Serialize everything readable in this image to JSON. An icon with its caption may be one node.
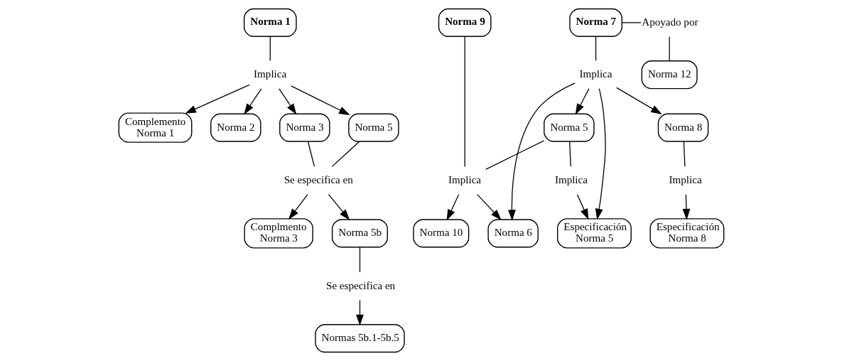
{
  "diagram": {
    "nodes": [
      {
        "text": [
          "Norma 1"
        ]
      },
      {
        "text": [
          "Implica"
        ]
      },
      {
        "text": [
          "Complemento Norma 1"
        ]
      },
      {
        "text": [
          "Norma 2"
        ]
      },
      {
        "text": [
          "Norma 3"
        ]
      },
      {
        "text": [
          "Norma 5"
        ]
      },
      {
        "text": [
          "Se especifica en"
        ]
      },
      {
        "text": [
          "Complmento Norma 3"
        ]
      },
      {
        "text": [
          "Norma 5b"
        ]
      },
      {
        "text": [
          "Se especifica en"
        ]
      },
      {
        "text": [
          "Normas 5b.1-5b.5"
        ]
      },
      {
        "text": [
          "Apoyado por"
        ]
      },
      {
        "text": [
          "Norma 7"
        ]
      },
      {
        "text": [
          "Norma 12"
        ]
      },
      {
        "text": [
          "Implica"
        ]
      },
      {
        "text": [
          "Norma 8"
        ]
      },
      {
        "text": [
          "Implica"
        ]
      },
      {
        "text": [
          "Especificación Norma 8"
        ]
      },
      {
        "text": [
          "Norma 9"
        ]
      },
      {
        "text": [
          "Implica"
        ]
      },
      {
        "text": [
          "Norma 10"
        ]
      },
      {
        "text": [
          "Norma 6"
        ]
      },
      {
        "text": [
          "Norma 5"
        ]
      },
      {
        "text": [
          "Implica"
        ]
      },
      {
        "text": [
          "Especificación Norma 5"
        ]
      }
    ],
    "edges": [
      {
        "from": 0,
        "to": 1,
        "arrow": "none"
      },
      {
        "from": 1,
        "to": 2,
        "arrow": "to"
      },
      {
        "from": 1,
        "to": 3,
        "arrow": "to"
      },
      {
        "from": 1,
        "to": 4,
        "arrow": "to"
      },
      {
        "from": 1,
        "to": 5,
        "arrow": "to"
      },
      {
        "from": 4,
        "to": 6,
        "arrow": "none"
      },
      {
        "from": 5,
        "to": 6,
        "arrow": "none"
      },
      {
        "from": 6,
        "to": 7,
        "arrow": "to"
      },
      {
        "from": 6,
        "to": 8,
        "arrow": "to"
      },
      {
        "from": 8,
        "to": 9,
        "arrow": "none"
      },
      {
        "from": 9,
        "to": 10,
        "arrow": "to"
      },
      {
        "from": 12,
        "to": 11,
        "arrow": "none"
      },
      {
        "from": 11,
        "to": 13,
        "arrow": "none"
      },
      {
        "from": 12,
        "to": 14,
        "arrow": "none"
      },
      {
        "from": 14,
        "to": 15,
        "arrow": "to"
      },
      {
        "from": 14,
        "to": 21,
        "arrow": "to"
      },
      {
        "from": 14,
        "to": 22,
        "arrow": "to"
      },
      {
        "from": 14,
        "to": 24,
        "arrow": "to"
      },
      {
        "from": 15,
        "to": 16,
        "arrow": "none"
      },
      {
        "from": 16,
        "to": 17,
        "arrow": "to"
      },
      {
        "from": 18,
        "to": 19,
        "arrow": "none"
      },
      {
        "from": 19,
        "to": 20,
        "arrow": "to"
      },
      {
        "from": 19,
        "to": 21,
        "arrow": "to"
      },
      {
        "from": 22,
        "to": 19,
        "arrow": "none"
      },
      {
        "from": 22,
        "to": 23,
        "arrow": "none"
      },
      {
        "from": 23,
        "to": 24,
        "arrow": "to"
      }
    ]
  }
}
